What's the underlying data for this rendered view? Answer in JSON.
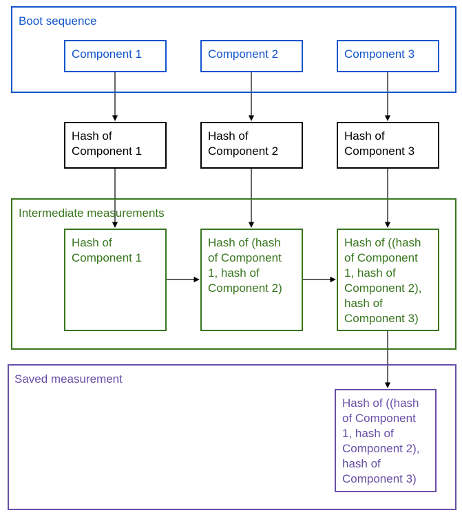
{
  "groups": {
    "boot": {
      "label": "Boot sequence",
      "color": "#1155cc"
    },
    "intermediate": {
      "label": "Intermediate measurements",
      "color": "#38761d"
    },
    "saved": {
      "label": "Saved measurement",
      "color": "#674ea7"
    }
  },
  "boot_components": [
    {
      "label": "Component 1"
    },
    {
      "label": "Component 2"
    },
    {
      "label": "Component 3"
    }
  ],
  "hashes": [
    {
      "lines": [
        "Hash of",
        "Component 1"
      ]
    },
    {
      "lines": [
        "Hash of",
        "Component 2"
      ]
    },
    {
      "lines": [
        "Hash of",
        "Component 3"
      ]
    }
  ],
  "intermediates": [
    {
      "lines": [
        "Hash of",
        "Component 1"
      ]
    },
    {
      "lines": [
        "Hash of (hash",
        "of Component",
        "1, hash of",
        "Component 2)"
      ]
    },
    {
      "lines": [
        "Hash of ((hash",
        "of Component",
        "1, hash of",
        "Component 2),",
        "hash of",
        "Component 3)"
      ]
    }
  ],
  "saved_box": {
    "lines": [
      "Hash of ((hash",
      "of Component",
      "1, hash of",
      "Component 2),",
      "hash of",
      "Component 3)"
    ]
  }
}
